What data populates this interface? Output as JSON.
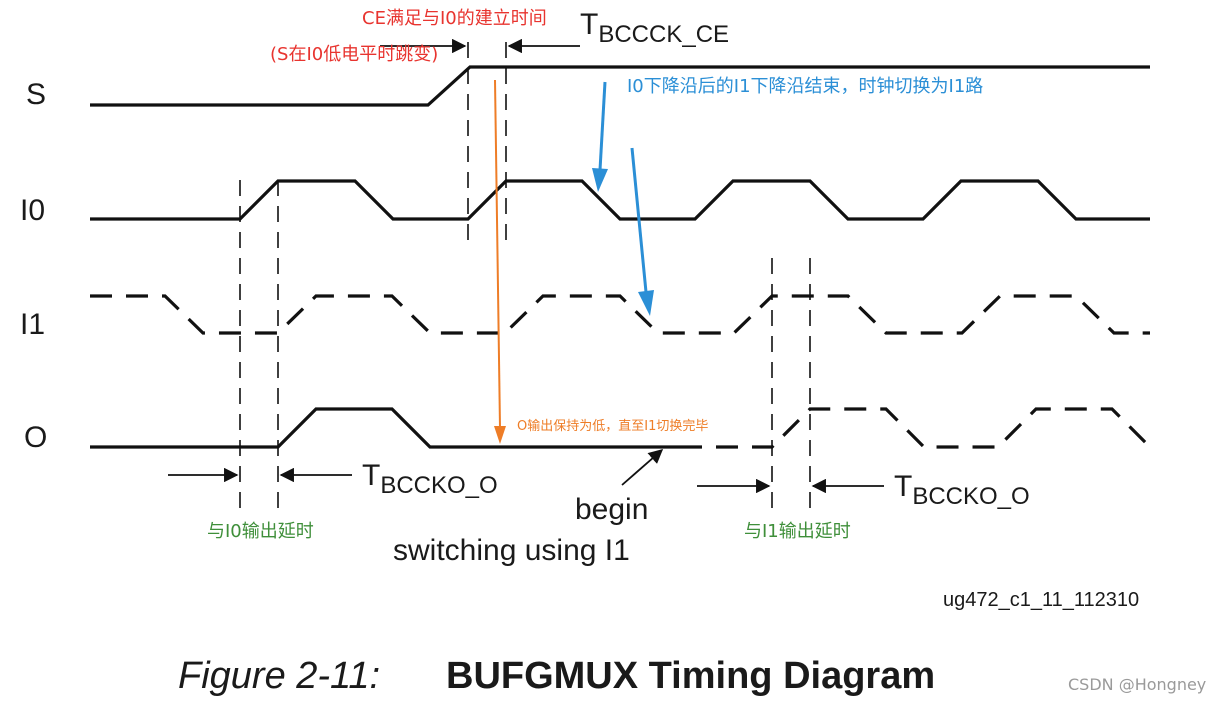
{
  "signals": {
    "s": "S",
    "i0": "I0",
    "i1": "I1",
    "o": "O"
  },
  "timing": {
    "tbccck_ce_main": "T",
    "tbccck_ce_sub": "BCCCK_CE",
    "tbccko_o_left_main": "T",
    "tbccko_o_left_sub": "BCCKO_O",
    "tbccko_o_right_main": "T",
    "tbccko_o_right_sub": "BCCKO_O"
  },
  "labels": {
    "begin": "begin",
    "switching": "switching using I1",
    "doc_id": "ug472_c1_11_112310"
  },
  "annotations": {
    "ce_setup": "CE满足与I0的建立时间",
    "s_note": "(S在I0低电平时跳变)",
    "i1_switch": "I0下降沿后的I1下降沿结束，时钟切换为I1路",
    "o_low": "O输出保持为低，直至I1切换完毕",
    "i0_delay": "与I0输出延时",
    "i1_delay": "与I1输出延时"
  },
  "caption": {
    "figure_no": "Figure 2-11:",
    "title": "BUFGMUX Timing Diagram"
  },
  "watermark": "CSDN @Hongney",
  "colors": {
    "red": "#e8342f",
    "blue": "#2b8fd6",
    "orange": "#ee7d27",
    "green": "#3f8f3a",
    "wave": "#111111"
  }
}
